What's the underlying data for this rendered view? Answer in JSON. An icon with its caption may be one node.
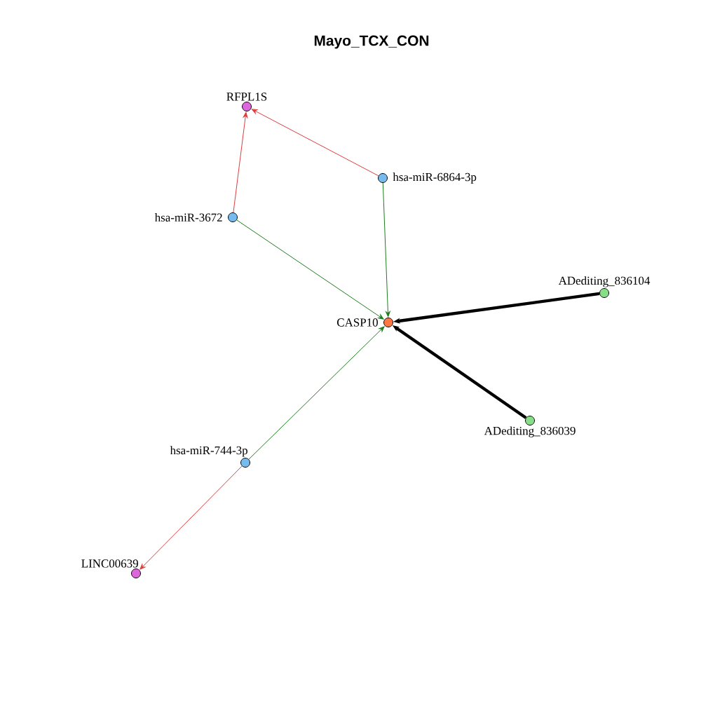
{
  "diagram": {
    "title": "Mayo_TCX_CON",
    "nodes": [
      {
        "text": [
          "RFPL1S"
        ]
      },
      {
        "text": [
          "hsa-miR-6864-3p"
        ]
      },
      {
        "text": [
          "hsa-miR-3672"
        ]
      },
      {
        "text": [
          "CASP10"
        ]
      },
      {
        "text": [
          "ADediting_836104"
        ]
      },
      {
        "text": [
          "ADediting_836039"
        ]
      },
      {
        "text": [
          "hsa-miR-744-3p"
        ]
      },
      {
        "text": [
          "LINC00639"
        ]
      }
    ],
    "edges": [
      {
        "from": 1,
        "to": 0,
        "arrow": "to",
        "color": "#e03c3c"
      },
      {
        "from": 2,
        "to": 0,
        "arrow": "to",
        "color": "#e03c3c"
      },
      {
        "from": 1,
        "to": 3,
        "arrow": "to",
        "color": "#1e7d1e"
      },
      {
        "from": 2,
        "to": 3,
        "arrow": "to",
        "color": "#1e7d1e"
      },
      {
        "from": 4,
        "to": 3,
        "arrow": "to",
        "style": "thick",
        "color": "#000000"
      },
      {
        "from": 5,
        "to": 3,
        "arrow": "to",
        "style": "thick",
        "color": "#000000"
      },
      {
        "from": 6,
        "to": 3,
        "arrow": "to",
        "color": "#1e7d1e"
      },
      {
        "from": 6,
        "to": 7,
        "arrow": "to",
        "color": "#e03c3c"
      }
    ]
  }
}
